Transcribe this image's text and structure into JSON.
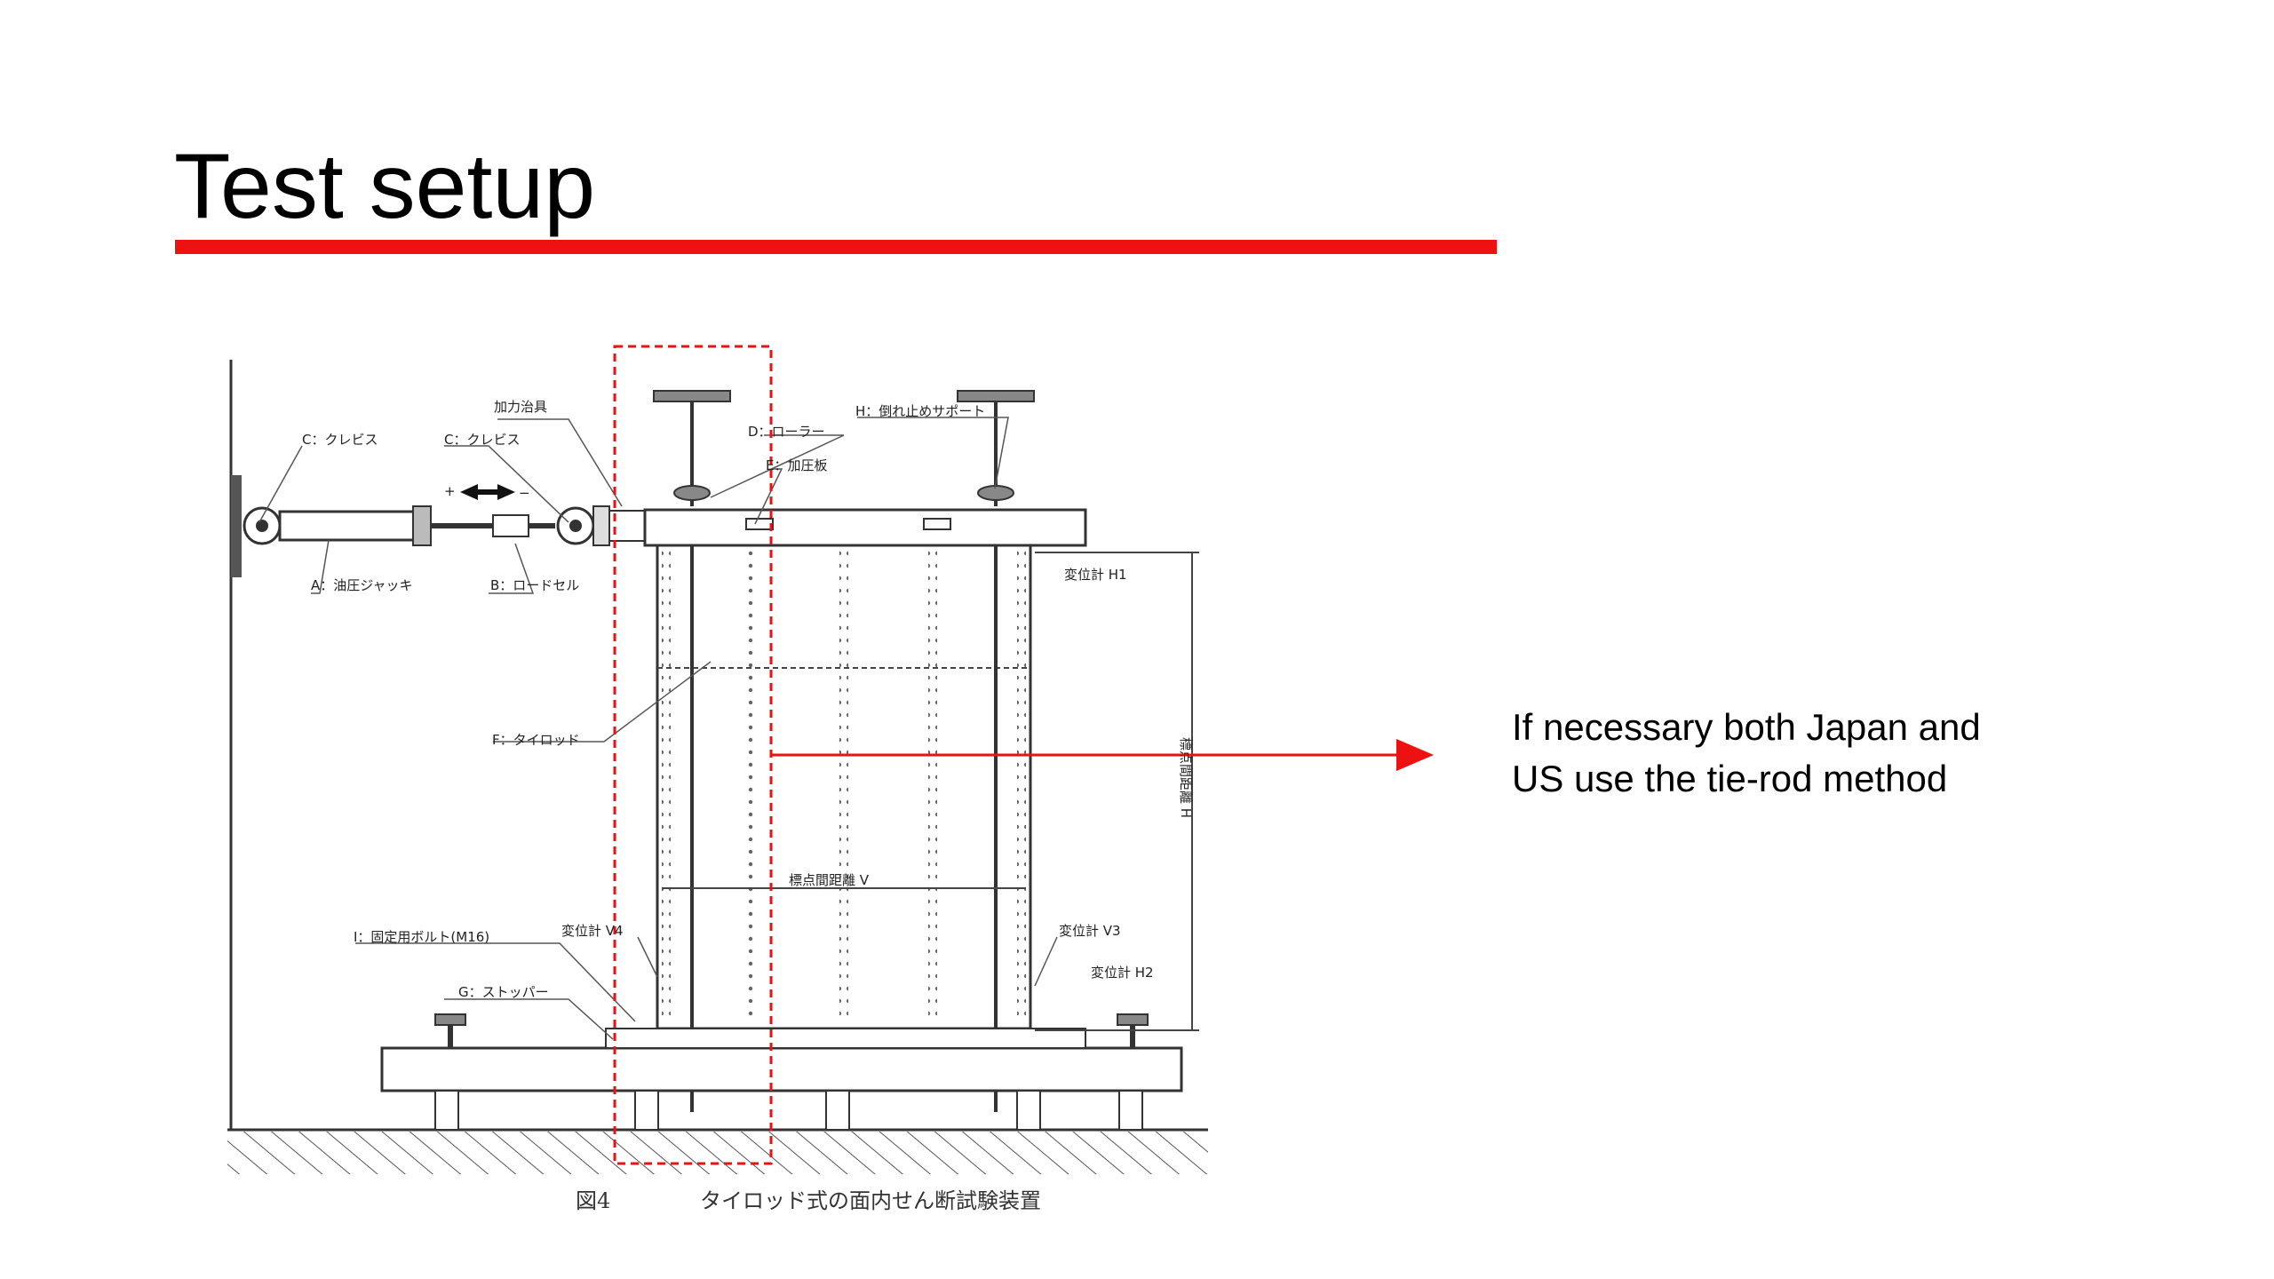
{
  "slide": {
    "title": "Test setup",
    "accent_color": "#ee1111",
    "note": "If necessary both Japan and US use the tie-rod method"
  },
  "figure": {
    "caption_number": "図4",
    "caption_text": "タイロッド式の面内せん断試験装置",
    "labels": {
      "c_clevis_left": "C：クレビス",
      "c_clevis_right": "C：クレビス",
      "loading_jig": "加力治具",
      "d_roller": "D：ローラー",
      "e_pressure_plate": "E：加圧板",
      "h_support": "H：倒れ止めサポート",
      "a_jack": "A：油圧ジャッキ",
      "b_load_cell": "B：ロードセル",
      "plus": "+",
      "minus": "−",
      "f_tie_rod": "F：タイロッド",
      "disp_h1": "変位計 H1",
      "gauge_h": "標点間距離 H",
      "gauge_v": "標点間距離 V",
      "i_bolt": "I：固定用ボルト(M16)",
      "disp_v4": "変位計 V4",
      "disp_v3": "変位計 V3",
      "disp_h2": "変位計 H2",
      "g_stopper": "G：ストッパー"
    },
    "highlight_color": "#ee1111"
  }
}
